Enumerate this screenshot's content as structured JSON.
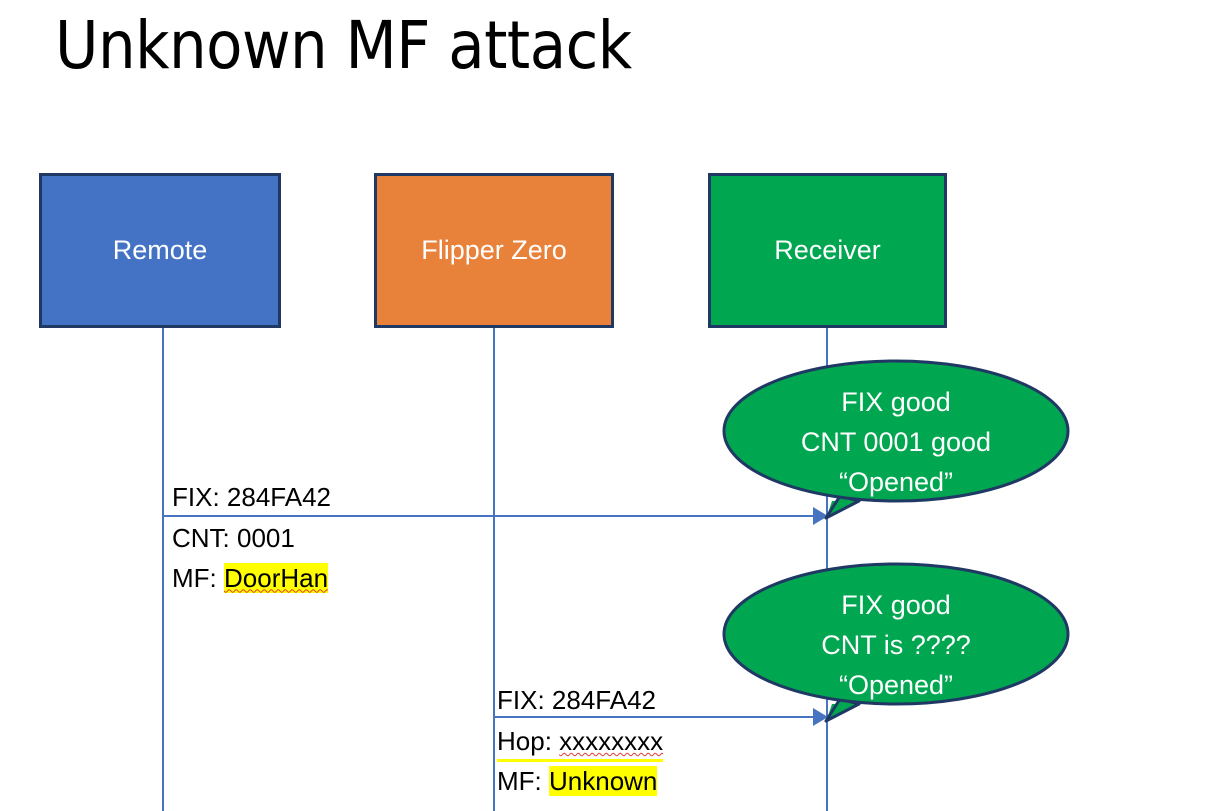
{
  "slide": {
    "title": "Unknown MF attack",
    "background": "#FFFFFF"
  },
  "colors": {
    "remote_fill": "#4472C4",
    "flipper_fill": "#E8813A",
    "receiver_fill": "#00A650",
    "box_border": "#1F3864",
    "lifeline": "#4674C1",
    "highlight": "#FFFF00",
    "spellcheck_underline": "#E03C31",
    "bubble_fill": "#00A650",
    "bubble_border": "#1F3864",
    "text": "#000000",
    "box_label_text": "#FFFFFF"
  },
  "actors": [
    {
      "id": "remote",
      "label": "Remote"
    },
    {
      "id": "flipper",
      "label": "Flipper Zero"
    },
    {
      "id": "receiver",
      "label": "Receiver"
    }
  ],
  "messages": [
    {
      "id": "msg1",
      "from": "remote",
      "to": "receiver",
      "label_above": "FIX: 284FA42",
      "label_below_line1_prefix": "CNT: 0001",
      "label_below_line2_prefix": "MF: ",
      "label_below_line2_value": "DoorHan",
      "highlighted": true,
      "spellchecked": true
    },
    {
      "id": "msg2",
      "from": "flipper",
      "to": "receiver",
      "label_above": "FIX: 284FA42",
      "label_below_line1_prefix": "Hop: ",
      "label_below_line1_value": "xxxxxxxx",
      "label_below_line2_prefix": "MF: ",
      "label_below_line2_value": "Unknown",
      "highlighted": true,
      "spellchecked": true
    }
  ],
  "bubbles": [
    {
      "id": "bubble1",
      "line1": "FIX good",
      "line2": "CNT 0001 good",
      "line3": "“Opened”"
    },
    {
      "id": "bubble2",
      "line1": "FIX good",
      "line2": "CNT is ????",
      "line3": "“Opened”"
    }
  ]
}
